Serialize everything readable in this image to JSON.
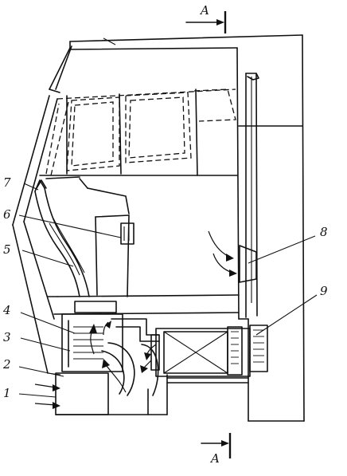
{
  "section_marks": {
    "top": "A",
    "bottom": "A"
  },
  "callouts": [
    {
      "id": "1",
      "label": "1"
    },
    {
      "id": "2",
      "label": "2"
    },
    {
      "id": "3",
      "label": "3"
    },
    {
      "id": "4",
      "label": "4"
    },
    {
      "id": "5",
      "label": "5"
    },
    {
      "id": "6",
      "label": "6"
    },
    {
      "id": "7",
      "label": "7"
    },
    {
      "id": "8",
      "label": "8"
    },
    {
      "id": "9",
      "label": "9"
    }
  ]
}
